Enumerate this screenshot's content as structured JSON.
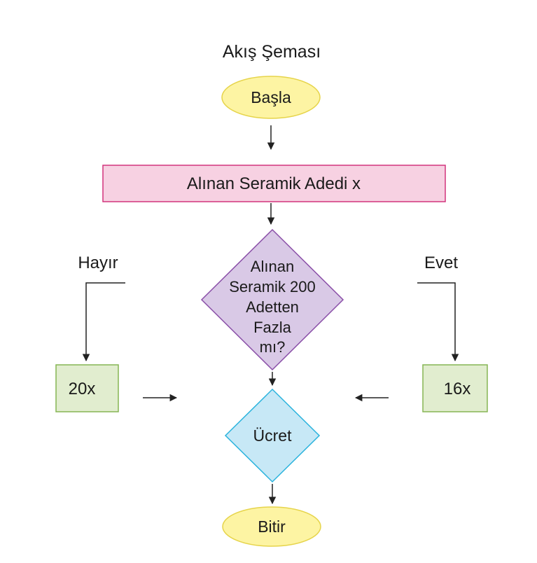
{
  "title": "Akış Şeması",
  "nodes": {
    "start": {
      "label": "Başla",
      "fill": "#fdf4a3",
      "stroke": "#e6d44a"
    },
    "input": {
      "label": "Alınan Seramik Adedi x",
      "fill": "#f7d1e2",
      "stroke": "#d2347c"
    },
    "decision": {
      "lines": [
        "Alınan",
        "Seramik 200",
        "Adetten",
        "Fazla",
        "mı?"
      ],
      "fill": "#d9c9e6",
      "stroke": "#8a4fa8"
    },
    "no_result": {
      "label": "20x",
      "fill": "#e1edcf",
      "stroke": "#86b553"
    },
    "yes_result": {
      "label": "16x",
      "fill": "#e1edcf",
      "stroke": "#86b553"
    },
    "price": {
      "label": "Ücret",
      "fill": "#c7e8f6",
      "stroke": "#2ab3dd"
    },
    "end": {
      "label": "Bitir",
      "fill": "#fdf4a3",
      "stroke": "#e6d44a"
    }
  },
  "branches": {
    "no_label": "Hayır",
    "yes_label": "Evet"
  },
  "line_color": "#222222"
}
